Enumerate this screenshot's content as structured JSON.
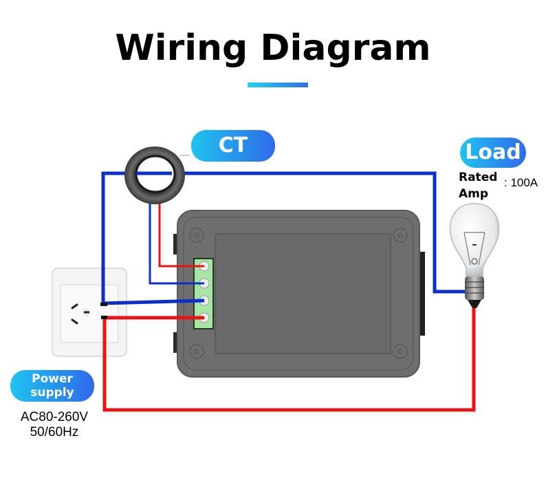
{
  "title": "Wiring Diagram",
  "accent_gradient": [
    "#22d3ee",
    "#2f6fe4"
  ],
  "labels": {
    "ct": "CT",
    "load": "Load",
    "rated_line1": "Rated",
    "rated_line2": "Amp",
    "rated_value": ": 100A",
    "power_line1": "Power",
    "power_line2": "supply",
    "spec_voltage": "AC80-260V",
    "spec_frequency": "50/60Hz"
  },
  "wire_colors": {
    "live": "#ee1111",
    "neutral": "#0b2fc8"
  },
  "components": [
    "power-socket",
    "current-transformer",
    "meter-module",
    "terminal-block",
    "light-bulb"
  ]
}
